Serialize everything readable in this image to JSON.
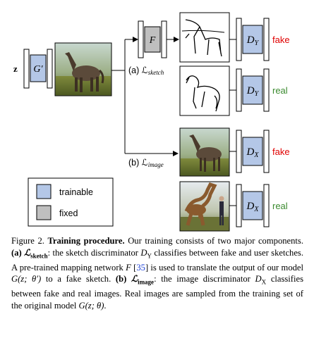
{
  "figure": {
    "input_var": "z",
    "generator_label": "G′",
    "mapping_label": "F",
    "branch_sketch_label": "(a) ℒ",
    "branch_sketch_sub": "sketch",
    "branch_image_label": "(b) ℒ",
    "branch_image_sub": "image",
    "disc_y": "D",
    "disc_y_sub": "Y",
    "disc_x": "D",
    "disc_x_sub": "X",
    "fake": "fake",
    "real": "real",
    "legend": {
      "trainable": "trainable",
      "fixed": "fixed"
    },
    "colors": {
      "trainable": "#b4c7e7",
      "fixed": "#bfbfbf",
      "fake": "#e00000",
      "real": "#3a8a2e"
    }
  },
  "caption": {
    "fig_label": "Figure 2.",
    "title": "Training procedure.",
    "intro": "Our training consists of two major components.",
    "a_label": "(a)",
    "a_loss": "ℒ",
    "a_loss_sub": "sketch",
    "a_text1": ": the sketch discriminator",
    "a_disc": "D",
    "a_disc_sub": "Y",
    "a_text2": "classifies between fake and user sketches. A pre-trained mapping network",
    "a_net": "F",
    "a_ref": "35",
    "a_text3": "is used to translate the output of our model",
    "a_model": "G(z; θ′)",
    "a_text4": "to a fake sketch.",
    "b_label": "(b)",
    "b_loss": "ℒ",
    "b_loss_sub": "image",
    "b_text1": ": the image discriminator",
    "b_disc": "D",
    "b_disc_sub": "X",
    "b_text2": "classifies between fake and real images. Real images are sampled from the training set of the original model",
    "b_model": "G(z; θ)",
    "b_end": "."
  }
}
